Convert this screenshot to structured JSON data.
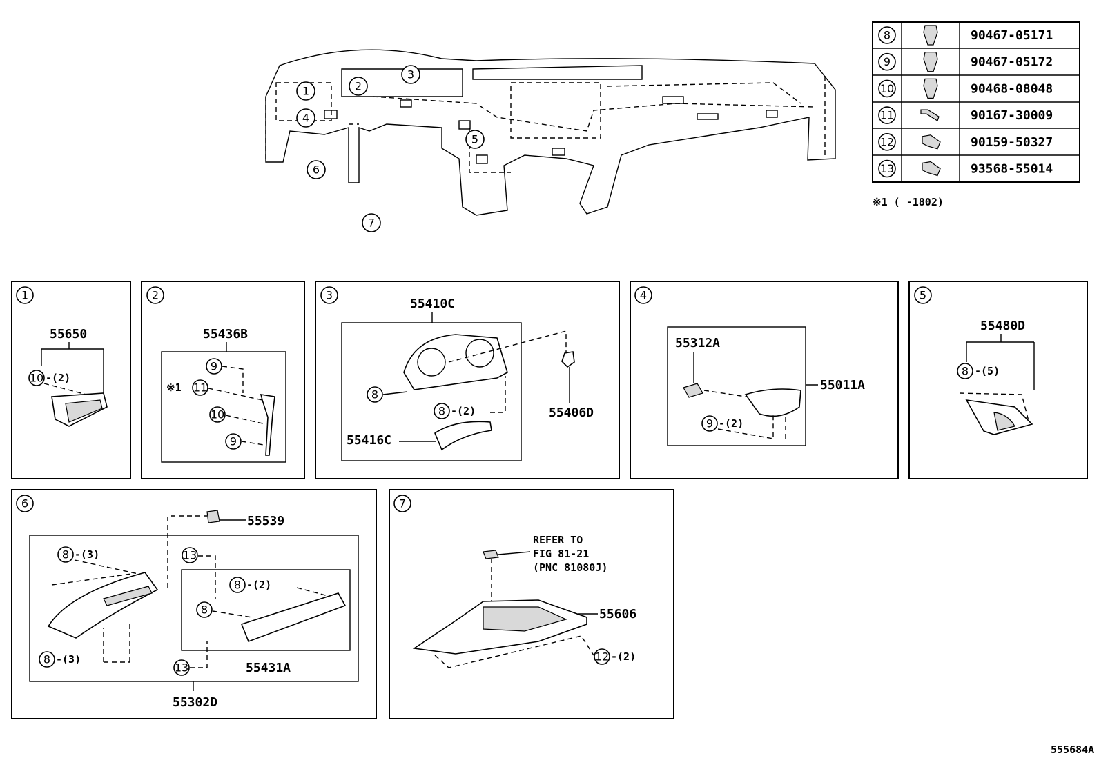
{
  "legend_table": [
    {
      "ref": "8",
      "icon": "clip-icon",
      "part_no": "90467-05171"
    },
    {
      "ref": "9",
      "icon": "clip-icon",
      "part_no": "90467-05172"
    },
    {
      "ref": "10",
      "icon": "clip-icon",
      "part_no": "90468-08048"
    },
    {
      "ref": "11",
      "icon": "screw-icon",
      "part_no": "90167-30009"
    },
    {
      "ref": "12",
      "icon": "bolt-icon",
      "part_no": "90159-50327"
    },
    {
      "ref": "13",
      "icon": "bolt-icon",
      "part_no": "93568-55014"
    }
  ],
  "note": "※1 (      -1802)",
  "overview_refs": [
    "1",
    "2",
    "3",
    "4",
    "5",
    "6",
    "7"
  ],
  "panels": {
    "p1": {
      "ref": "1",
      "part": "55650",
      "fastener": "10",
      "qty": "-(2)"
    },
    "p2": {
      "ref": "2",
      "part": "55436B",
      "note_mark": "※1",
      "f9a": "9",
      "f11": "11",
      "f10": "10",
      "f9b": "9"
    },
    "p3": {
      "ref": "3",
      "part_top": "55410C",
      "f8": "8",
      "f8b": "8",
      "qty_b": "-(2)",
      "part_clip": "55406D",
      "part_bottom": "55416C"
    },
    "p4": {
      "ref": "4",
      "part_a": "55312A",
      "part_b": "55011A",
      "f9": "9",
      "qty": "-(2)"
    },
    "p5": {
      "ref": "5",
      "part": "55480D",
      "f8": "8",
      "qty": "-(5)"
    },
    "p6": {
      "ref": "6",
      "part_top": "55539",
      "f8a": "8",
      "qty_a": "-(3)",
      "f13a": "13",
      "f8b": "8",
      "qty_b": "-(2)",
      "f8c": "8",
      "f8d": "8",
      "qty_d": "-(3)",
      "f13b": "13",
      "part_inner": "55431A",
      "part_assy": "55302D"
    },
    "p7": {
      "ref": "7",
      "refer_1": "REFER TO",
      "refer_2": "FIG 81-21",
      "refer_3": "(PNC 81080J)",
      "part": "55606",
      "f12": "12",
      "qty": "-(2)"
    }
  },
  "figure_id": "555684A"
}
